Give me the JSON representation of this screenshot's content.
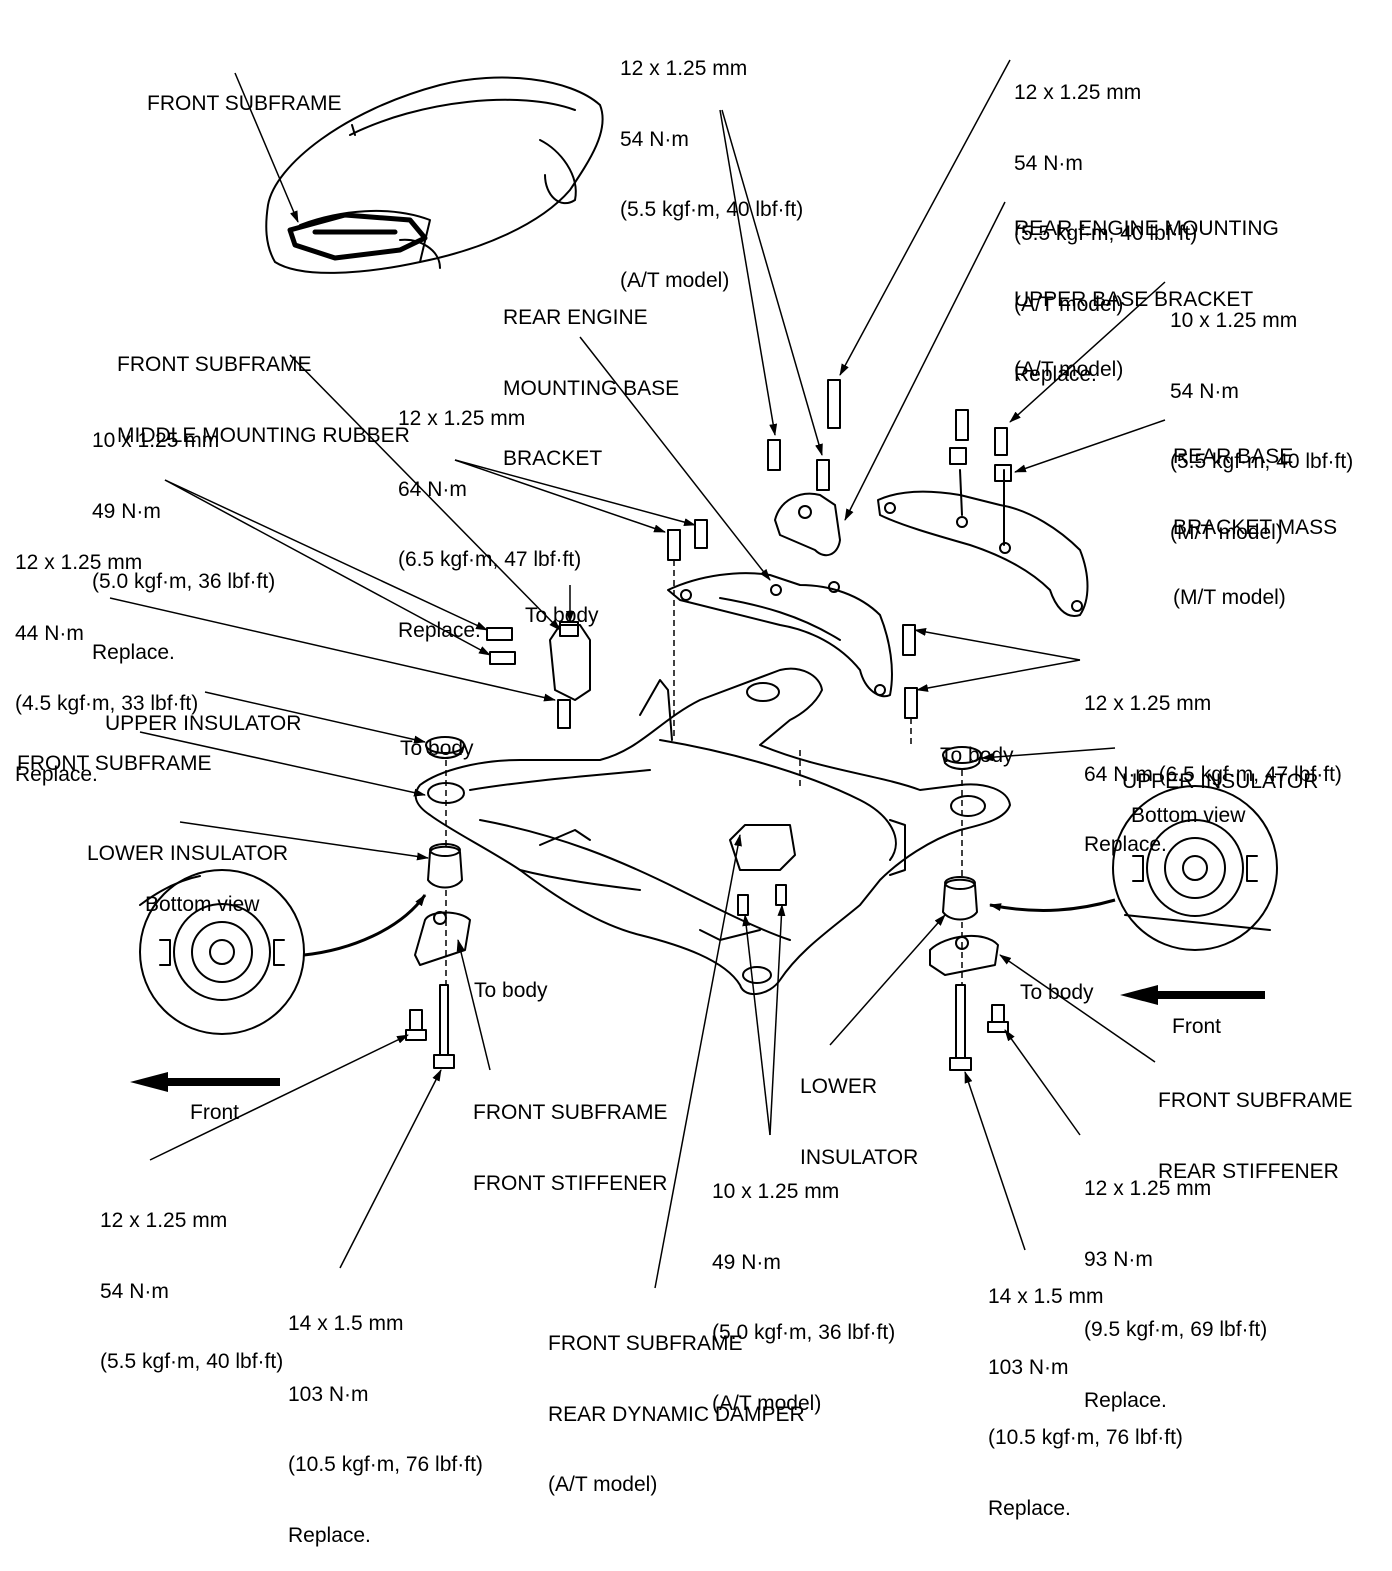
{
  "labels": {
    "front_subframe_top": [
      "FRONT SUBFRAME"
    ],
    "bolt_at_top_center": [
      "12 x 1.25 mm",
      "54 N·m",
      "(5.5 kgf·m, 40 lbf·ft)",
      "(A/T model)"
    ],
    "bolt_at_top_right": [
      "12 x 1.25 mm",
      "54 N·m",
      "(5.5 kgf·m, 40 lbf·ft)",
      "(A/T model)",
      "Replace."
    ],
    "rear_engine_upper_bracket": [
      "REAR ENGINE MOUNTING",
      "UPPER BASE BRACKET",
      "(A/T model)"
    ],
    "rear_engine_base_bracket": [
      "REAR ENGINE",
      "MOUNTING BASE",
      "BRACKET"
    ],
    "bolt_mt_right": [
      "10 x 1.25 mm",
      "54 N·m",
      "(5.5 kgf·m, 40 lbf·ft)",
      "(M/T model)"
    ],
    "middle_mounting_rubber": [
      "FRONT SUBFRAME",
      "MIDDLE MOUNTING RUBBER"
    ],
    "bolt_64_left": [
      "12 x 1.25 mm",
      "64 N·m",
      "(6.5 kgf·m, 47 lbf·ft)",
      "Replace."
    ],
    "bolt_49_left": [
      "10 x 1.25 mm",
      "49 N·m",
      "(5.0 kgf·m, 36 lbf·ft)",
      "Replace."
    ],
    "rear_base_bracket_mass": [
      "REAR BASE",
      "BRACKET MASS",
      "(M/T model)"
    ],
    "bolt_44_left": [
      "12 x 1.25 mm",
      "44 N·m",
      "(4.5 kgf·m, 33 lbf·ft)",
      "Replace."
    ],
    "to_body_middle": [
      "To body"
    ],
    "bolt_64_right": [
      "12 x 1.25 mm",
      "64 N·m (6.5 kgf·m, 47 lbf·ft)",
      "Replace."
    ],
    "upper_insulator_left": [
      "UPPER INSULATOR"
    ],
    "to_body_left": [
      "To body"
    ],
    "to_body_right": [
      "To body"
    ],
    "front_subframe_left": [
      "FRONT SUBFRAME"
    ],
    "upper_insulator_right": [
      "UPPER INSULATOR"
    ],
    "bottom_view_right": [
      "Bottom view"
    ],
    "lower_insulator_left": [
      "LOWER INSULATOR"
    ],
    "bottom_view_left": [
      "Bottom view"
    ],
    "to_body_lower_left": [
      "To body"
    ],
    "to_body_lower_right": [
      "To body"
    ],
    "front_right": [
      "Front"
    ],
    "lower_insulator_right": [
      "LOWER",
      "INSULATOR"
    ],
    "front_left": [
      "Front"
    ],
    "front_stiffener": [
      "FRONT SUBFRAME",
      "FRONT STIFFENER"
    ],
    "rear_stiffener": [
      "FRONT SUBFRAME",
      "REAR STIFFENER"
    ],
    "bolt_49_bottom": [
      "10 x 1.25 mm",
      "49 N·m",
      "(5.0 kgf·m, 36 lbf·ft)",
      "(A/T model)"
    ],
    "bolt_93_bottom_right": [
      "12 x 1.25 mm",
      "93 N·m",
      "(9.5 kgf·m, 69 lbf·ft)",
      "Replace."
    ],
    "bolt_54_bottom_left": [
      "12 x 1.25 mm",
      "54 N·m",
      "(5.5 kgf·m, 40 lbf·ft)"
    ],
    "bolt_103_bottom_right": [
      "14 x 1.5 mm",
      "103 N·m",
      "(10.5 kgf·m, 76 lbf·ft)",
      "Replace."
    ],
    "bolt_103_bottom_left": [
      "14 x 1.5 mm",
      "103 N·m",
      "(10.5 kgf·m, 76 lbf·ft)",
      "Replace."
    ],
    "rear_dynamic_damper": [
      "FRONT SUBFRAME",
      "REAR DYNAMIC DAMPER",
      "(A/T model)"
    ]
  },
  "colors": {
    "ink": "#000000",
    "paper": "#ffffff"
  }
}
